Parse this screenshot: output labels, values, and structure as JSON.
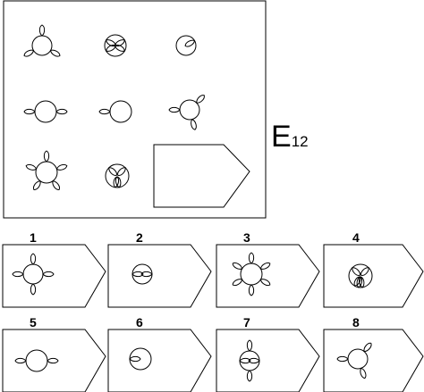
{
  "puzzle": {
    "id_letter": "E",
    "id_number": "12"
  },
  "options": [
    {
      "label": "1"
    },
    {
      "label": "2"
    },
    {
      "label": "3"
    },
    {
      "label": "4"
    },
    {
      "label": "5"
    },
    {
      "label": "6"
    },
    {
      "label": "7"
    },
    {
      "label": "8"
    }
  ]
}
